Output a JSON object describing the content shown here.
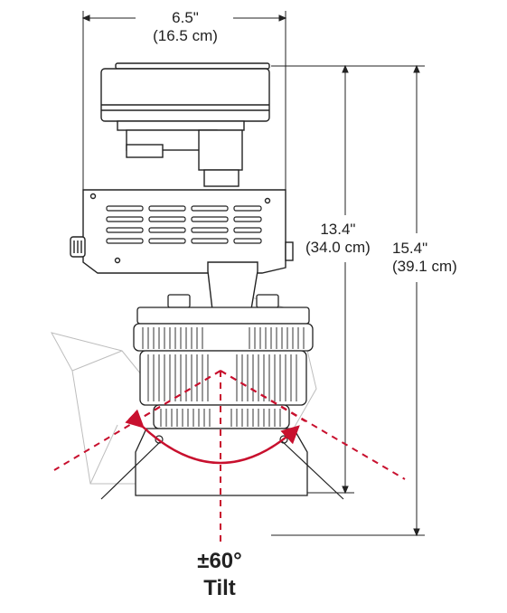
{
  "dimensions": {
    "width": {
      "in": "6.5\"",
      "cm": "(16.5 cm)"
    },
    "height_body": {
      "in": "13.4\"",
      "cm": "(34.0 cm)"
    },
    "height_total": {
      "in": "15.4\"",
      "cm": "(39.1 cm)"
    }
  },
  "tilt": {
    "angle": "±60°",
    "label": "Tilt"
  },
  "colors": {
    "line": "#222222",
    "tilt_arc": "#c8102e",
    "ghost": "#bbbbbb"
  }
}
